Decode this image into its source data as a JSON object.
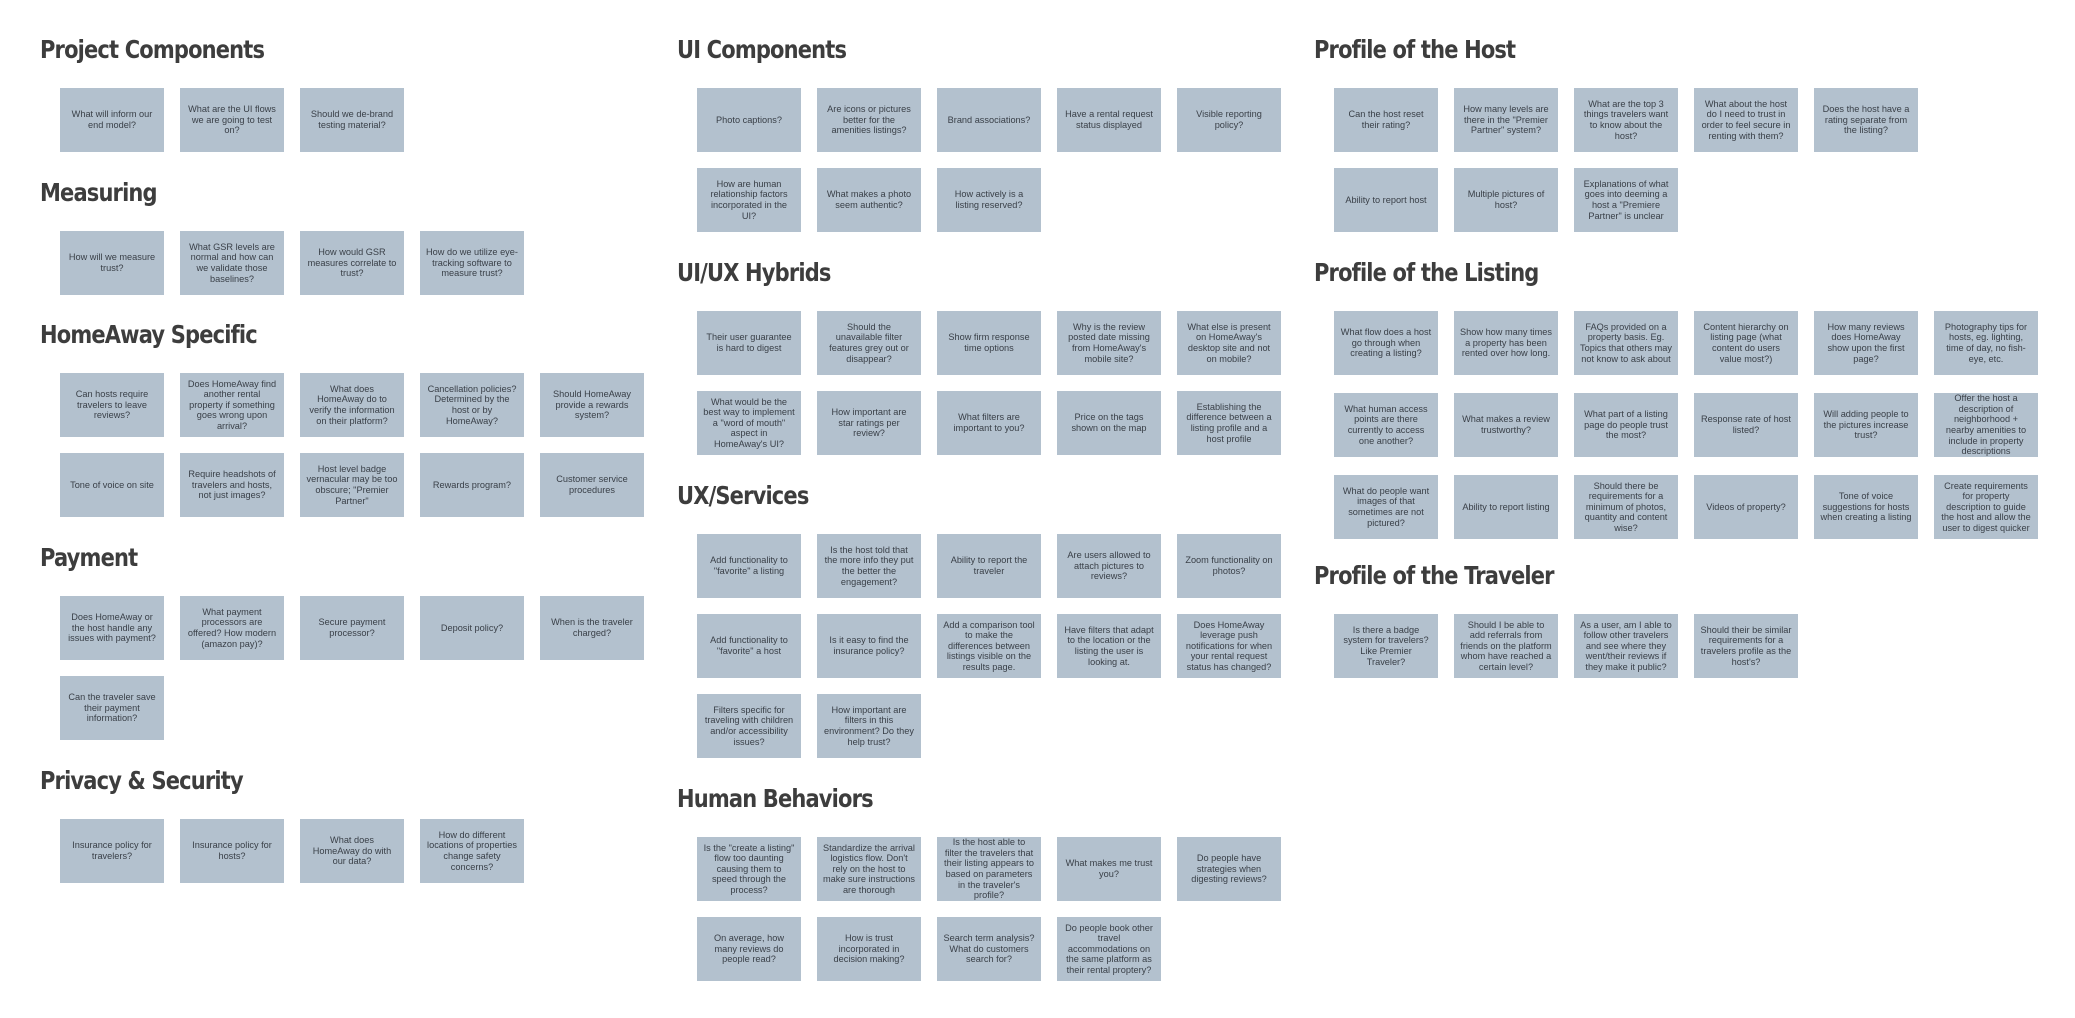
{
  "columns": [
    {
      "sections": [
        {
          "title": "Project Components",
          "notes": [
            "What will inform our end model?",
            "What are the UI flows we are going to test on?",
            "Should we de-brand testing material?"
          ]
        },
        {
          "title": "Measuring",
          "notes": [
            "How will we measure trust?",
            "What GSR levels are normal and how can we validate those baselines?",
            "How would GSR measures correlate to trust?",
            "How do we utilize eye-tracking software to measure trust?"
          ]
        },
        {
          "title": "HomeAway Specific",
          "notes": [
            "Can hosts require travelers to leave reviews?",
            "Does HomeAway find another rental property if something goes wrong upon arrival?",
            "What does HomeAway do to verify the information on their platform?",
            "Cancellation policies? Determined by the host or by HomeAway?",
            "Should HomeAway provide a rewards system?",
            "Tone of voice on site",
            "Require headshots of travelers and hosts, not just images?",
            "Host level badge vernacular may be too obscure; \"Premier Partner\"",
            "Rewards program?",
            "Customer service procedures"
          ]
        },
        {
          "title": "Payment",
          "notes": [
            "Does HomeAway or the host handle any issues with payment?",
            "What payment processors are offered? How modern (amazon pay)?",
            "Secure payment processor?",
            "Deposit policy?",
            "When is the traveler charged?",
            "Can the traveler save their payment information?"
          ]
        },
        {
          "title": "Privacy & Security",
          "notes": [
            "Insurance policy for travelers?",
            "Insurance policy for hosts?",
            "What does HomeAway do with our data?",
            "How do different locations of properties change safety concerns?"
          ]
        }
      ]
    },
    {
      "sections": [
        {
          "title": "UI Components",
          "notes": [
            "Photo captions?",
            "Are icons or pictures better for the amenities listings?",
            "Brand associations?",
            "Have a rental request status displayed",
            "Visible reporting policy?",
            "How are human relationship factors incorporated in the UI?",
            "What makes a photo seem authentic?",
            "How actively is a listing reserved?"
          ]
        },
        {
          "title": "UI/UX Hybrids",
          "notes": [
            "Their user guarantee is hard to digest",
            "Should the unavailable filter features grey out or disappear?",
            "Show firm response time options",
            "Why is the review posted date missing from HomeAway's mobile site?",
            "What else is present on HomeAway's desktop site and not on mobile?",
            "What would be the best way to implement a \"word of mouth\" aspect in HomeAway's UI?",
            "How important are star ratings per review?",
            "What filters are important to you?",
            "Price on the tags shown on the map",
            "Establishing the difference between a listing profile and a host profile"
          ]
        },
        {
          "title": "UX/Services",
          "notes": [
            "Add functionality to \"favorite\" a listing",
            "Is the host told that the more info they put the better the engagement?",
            "Ability to report the traveler",
            "Are users allowed to attach pictures to reviews?",
            "Zoom functionality on photos?",
            "Add functionality to \"favorite\" a host",
            "Is it easy to find the insurance policy?",
            "Add a comparison tool to make the differences between listings visible on the results page.",
            "Have filters that adapt to the location or the listing the user is looking at.",
            "Does HomeAway leverage push notifications for when your rental request status has changed?",
            "Filters specific for traveling with children and/or accessibility issues?",
            "How important are filters in this environment? Do they help trust?"
          ]
        },
        {
          "title": "Human Behaviors",
          "notes": [
            "Is the \"create a listing\" flow too daunting causing them to speed through the process?",
            "Standardize the arrival logistics flow. Don't rely on the host to make sure instructions are thorough",
            "Is the host able to filter the travelers that their listing appears to based on parameters in the traveler's profile?",
            "What makes me trust you?",
            "Do people have strategies when digesting reviews?",
            "On average, how many reviews do people read?",
            "How is trust incorporated in decision making?",
            "Search term analysis? What do customers search for?",
            "Do people book other travel accommodations on the same platform as their rental proptery?"
          ]
        }
      ]
    },
    {
      "sections": [
        {
          "title": "Profile of the Host",
          "notes": [
            "Can the host reset their rating?",
            "How many levels are there in the \"Premier Partner\" system?",
            "What are the top 3 things travelers want to know about the host?",
            "What about the host do I need to trust in order to feel secure in renting with them?",
            "Does the host have a rating separate from the listing?",
            "Ability to report host",
            "Multiple pictures of host?",
            "Explanations of what goes into deeming a host a \"Premiere Partner\" is unclear"
          ]
        },
        {
          "title": "Profile of the Listing",
          "notes": [
            "What flow does a host go through when creating a listing?",
            "Show how many times a property has been rented over how long.",
            "FAQs provided on a property basis. Eg. Topics that others may not know to ask about",
            "Content hierarchy on listing page (what content do users value most?)",
            "How many reviews does HomeAway show upon the first page?",
            "Photography tips for hosts, eg. lighting, time of day, no fish-eye, etc.",
            "What human access points are there currently to access one another?",
            "What makes a review trustworthy?",
            "What part of a listing page do people trust the most?",
            "Response rate of host listed?",
            "Will adding people to the pictures increase trust?",
            "Offer the host a description of neighborhood + nearby amenities to include in property descriptions",
            "What do people want images of that sometimes are not pictured?",
            "Ability to report listing",
            "Should there be requirements for a minimum of photos, quantity and content wise?",
            "Videos of property?",
            "Tone of voice suggestions for hosts when creating a listing",
            "Create requirements for property description to guide the host and allow the user to digest quicker"
          ]
        },
        {
          "title": "Profile of the Traveler",
          "notes": [
            "Is there a badge system for travelers? Like Premier Traveler?",
            "Should I be able to add referrals from friends on the platform whom have reached a certain level?",
            "As a user, am I able to follow other travelers and see where they went/their reviews if they make it public?",
            "Should their be similar requirements for a travelers profile as the host's?"
          ]
        }
      ]
    }
  ]
}
